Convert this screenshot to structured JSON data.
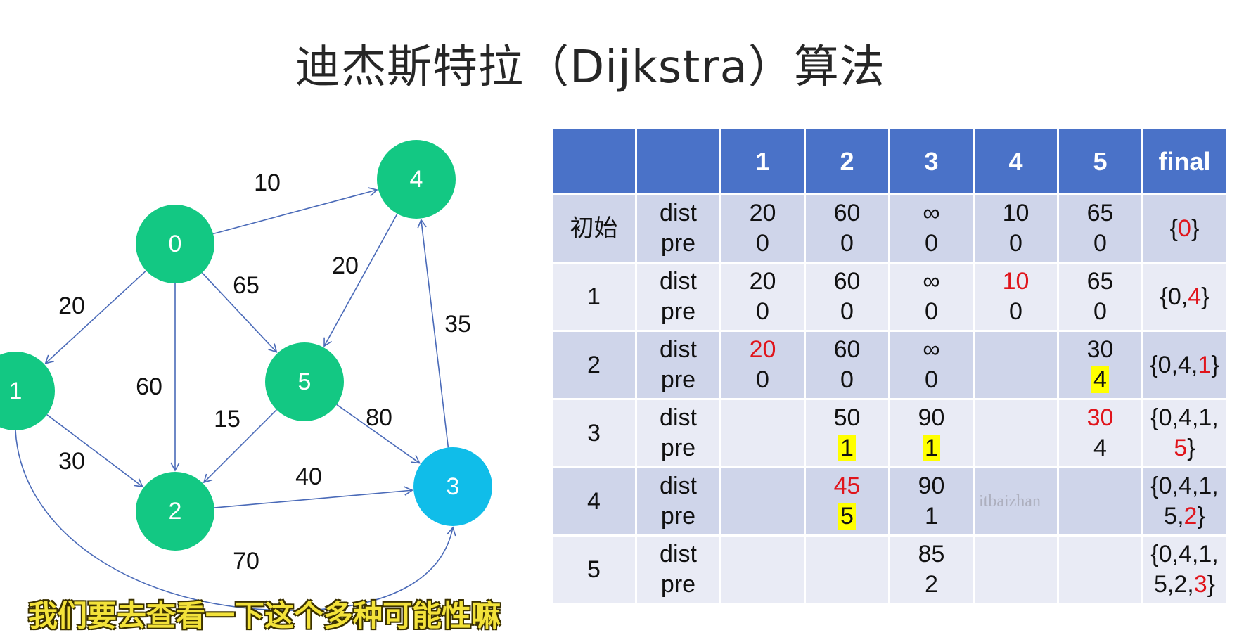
{
  "title": "迪杰斯特拉（Dijkstra）算法",
  "graph": {
    "node_color": "#13c883",
    "highlight_color": "#10bde9",
    "edge_color": "#4a6ab8",
    "nodes": [
      {
        "id": "0",
        "highlighted": false
      },
      {
        "id": "1",
        "highlighted": false
      },
      {
        "id": "2",
        "highlighted": false
      },
      {
        "id": "3",
        "highlighted": true
      },
      {
        "id": "4",
        "highlighted": false
      },
      {
        "id": "5",
        "highlighted": false
      }
    ],
    "edges": [
      {
        "from": "0",
        "to": "4",
        "weight": "10"
      },
      {
        "from": "0",
        "to": "1",
        "weight": "20"
      },
      {
        "from": "0",
        "to": "5",
        "weight": "65"
      },
      {
        "from": "0",
        "to": "2",
        "weight": "60"
      },
      {
        "from": "4",
        "to": "5",
        "weight": "20"
      },
      {
        "from": "3",
        "to": "4",
        "weight": "35"
      },
      {
        "from": "5",
        "to": "2",
        "weight": "15"
      },
      {
        "from": "1",
        "to": "2",
        "weight": "30"
      },
      {
        "from": "5",
        "to": "3",
        "weight": "80"
      },
      {
        "from": "2",
        "to": "3",
        "weight": "40"
      },
      {
        "from": "1",
        "to": "3",
        "weight": "70"
      }
    ]
  },
  "table": {
    "header_color": "#4a72c8",
    "headers": [
      "",
      "",
      "1",
      "2",
      "3",
      "4",
      "5",
      "final"
    ],
    "row_labels": [
      "dist",
      "pre"
    ],
    "rows": [
      {
        "step": "初始",
        "cells": [
          [
            "20",
            "0"
          ],
          [
            "60",
            "0"
          ],
          [
            "∞",
            "0"
          ],
          [
            "10",
            "0"
          ],
          [
            "65",
            "0"
          ]
        ],
        "final": [
          [
            "{",
            ""
          ],
          [
            "0",
            "red"
          ],
          [
            "}",
            ""
          ]
        ]
      },
      {
        "step": "1",
        "cells": [
          [
            "20",
            "0"
          ],
          [
            "60",
            "0"
          ],
          [
            "∞",
            "0"
          ],
          [
            "10",
            "0"
          ],
          [
            "65",
            "0"
          ]
        ],
        "red_dist": [
          3
        ],
        "final": [
          [
            "{0,",
            ""
          ],
          [
            "4",
            "red"
          ],
          [
            "}",
            ""
          ]
        ]
      },
      {
        "step": "2",
        "cells": [
          [
            "20",
            "0"
          ],
          [
            "60",
            "0"
          ],
          [
            "∞",
            "0"
          ],
          [
            "",
            ""
          ],
          [
            "30",
            "4"
          ]
        ],
        "red_dist": [
          0
        ],
        "hl_pre": [
          4
        ],
        "final": [
          [
            "{0,4,",
            ""
          ],
          [
            "1",
            "red"
          ],
          [
            "}",
            ""
          ]
        ]
      },
      {
        "step": "3",
        "cells": [
          [
            "",
            ""
          ],
          [
            "50",
            "1"
          ],
          [
            "90",
            "1"
          ],
          [
            "",
            ""
          ],
          [
            "30",
            "4"
          ]
        ],
        "red_dist": [
          4
        ],
        "hl_pre": [
          1,
          2
        ],
        "final": [
          [
            "{0,4,1,",
            ""
          ],
          [
            "\n",
            ""
          ],
          [
            "5",
            "red"
          ],
          [
            "}",
            ""
          ]
        ]
      },
      {
        "step": "4",
        "cells": [
          [
            "",
            ""
          ],
          [
            "45",
            "5"
          ],
          [
            "90",
            "1"
          ],
          [
            "",
            ""
          ],
          [
            "",
            ""
          ]
        ],
        "red_dist": [
          1
        ],
        "hl_pre": [
          1
        ],
        "final": [
          [
            "{0,4,1,",
            ""
          ],
          [
            "\n",
            ""
          ],
          [
            "5,",
            ""
          ],
          [
            "2",
            "red"
          ],
          [
            "}",
            ""
          ]
        ]
      },
      {
        "step": "5",
        "cells": [
          [
            "",
            ""
          ],
          [
            "",
            ""
          ],
          [
            "85",
            "2"
          ],
          [
            "",
            ""
          ],
          [
            "",
            ""
          ]
        ],
        "final": [
          [
            "{0,4,1,",
            ""
          ],
          [
            "\n",
            ""
          ],
          [
            "5,2,",
            ""
          ],
          [
            "3",
            "red"
          ],
          [
            "}",
            ""
          ]
        ]
      }
    ]
  },
  "watermark": "itbaizhan",
  "subtitle": "我们要去查看一下这个多种可能性嘛"
}
